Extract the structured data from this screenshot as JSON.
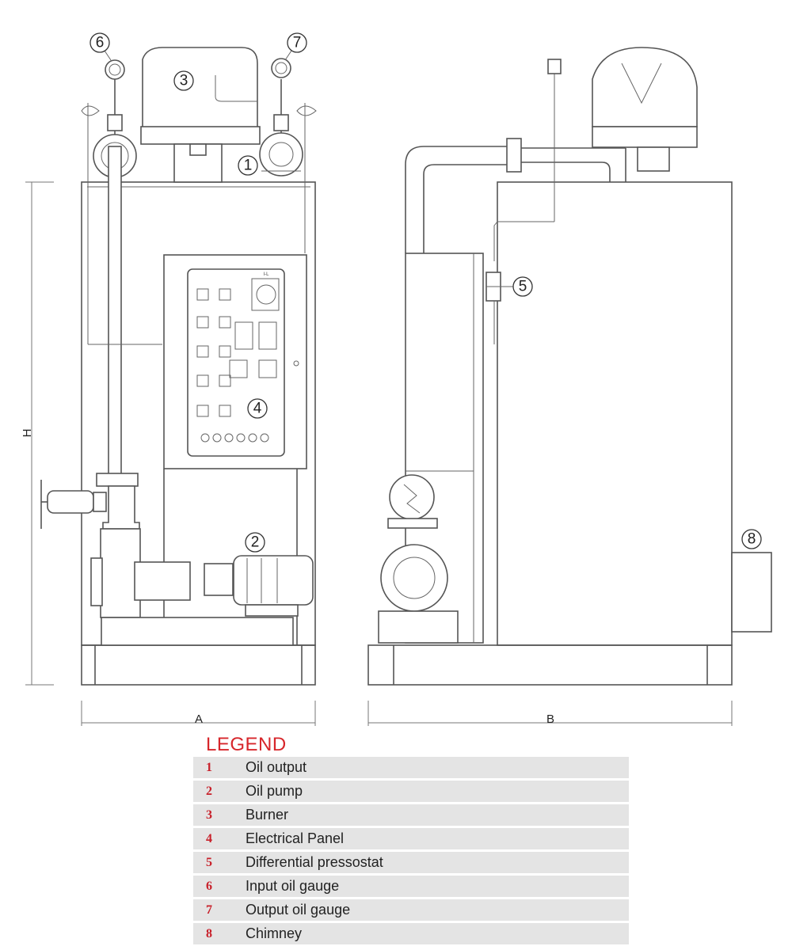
{
  "callouts": {
    "c1": "1",
    "c2": "2",
    "c3": "3",
    "c4": "4",
    "c5": "5",
    "c6": "6",
    "c7": "7",
    "c8": "8"
  },
  "dimensions": {
    "width_front": "A",
    "width_side": "B",
    "height": "H"
  },
  "panel_label": "I-L",
  "legend": {
    "title": "LEGEND",
    "items": [
      {
        "number": "1",
        "label": "Oil output"
      },
      {
        "number": "2",
        "label": "Oil pump"
      },
      {
        "number": "3",
        "label": "Burner"
      },
      {
        "number": "4",
        "label": "Electrical Panel"
      },
      {
        "number": "5",
        "label": "Differential pressostat"
      },
      {
        "number": "6",
        "label": "Input oil gauge"
      },
      {
        "number": "7",
        "label": "Output oil gauge"
      },
      {
        "number": "8",
        "label": "Chimney"
      }
    ]
  },
  "colors": {
    "legend_title": "#d7262b",
    "legend_number": "#c8202a",
    "legend_row_bg": "#e4e4e4",
    "line": "#555555"
  }
}
